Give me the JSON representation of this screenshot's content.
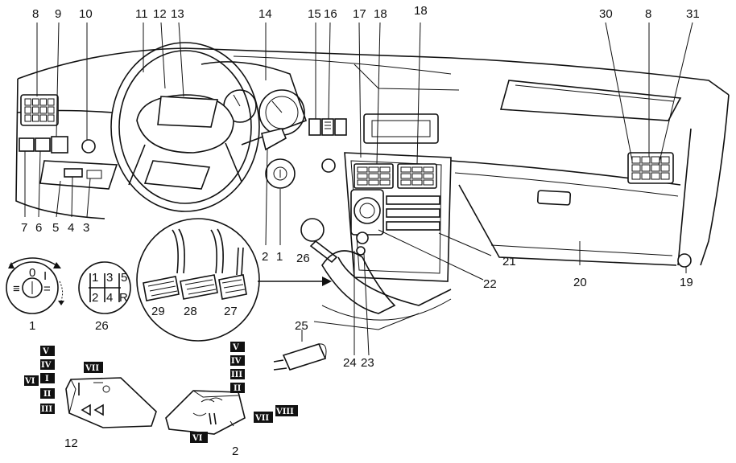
{
  "callouts": {
    "c8a": "8",
    "c9": "9",
    "c10": "10",
    "c11": "11",
    "c12": "12",
    "c13": "13",
    "c14": "14",
    "c15": "15",
    "c16": "16",
    "c17": "17",
    "c18a": "18",
    "c18b": "18",
    "c30": "30",
    "c8b": "8",
    "c31": "31",
    "c7": "7",
    "c6": "6",
    "c5": "5",
    "c4": "4",
    "c3": "3",
    "c2a": "2",
    "c1a": "1",
    "c26a": "26",
    "c21": "21",
    "c22": "22",
    "c20": "20",
    "c19": "19",
    "c1b": "1",
    "c26b": "26",
    "c29": "29",
    "c28": "28",
    "c27": "27",
    "c25": "25",
    "c24": "24",
    "c23": "23",
    "c12b": "12",
    "c2b": "2"
  },
  "ignition": {
    "pos0": "0",
    "posI": "I"
  },
  "gear": {
    "g1": "1",
    "g3": "3",
    "g5": "5",
    "g2": "2",
    "g4": "4",
    "gR": "R"
  },
  "left_stalk": {
    "r5": "V",
    "r4": "IV",
    "r6": "VI",
    "r1": "I",
    "r2": "II",
    "r3": "III",
    "r7": "VII"
  },
  "right_stalk": {
    "r5": "V",
    "r4": "IV",
    "r3": "III",
    "r2": "II",
    "r7": "VII",
    "r8": "VIII",
    "r6": "VI"
  }
}
